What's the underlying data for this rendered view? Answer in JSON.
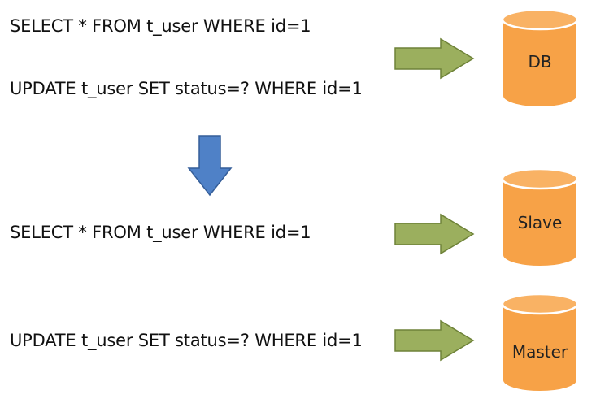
{
  "before": {
    "queries": [
      "SELECT * FROM t_user WHERE id=1",
      "UPDATE t_user SET status=? WHERE id=1"
    ],
    "database_label": "DB"
  },
  "after": {
    "read_query": "SELECT * FROM t_user WHERE id=1",
    "read_target_label": "Slave",
    "write_query": "UPDATE t_user SET status=? WHERE id=1",
    "write_target_label": "Master"
  },
  "colors": {
    "right_arrow_fill": "#9BAF5E",
    "right_arrow_stroke": "#6E8238",
    "down_arrow_fill": "#4F81C7",
    "down_arrow_stroke": "#355E99",
    "cylinder_fill": "#F7A247",
    "cylinder_top": "#F9B264",
    "cylinder_stroke": "#ffffff"
  },
  "icons": {
    "right_arrow": "right-arrow-icon",
    "down_arrow": "down-arrow-icon",
    "database": "database-cylinder-icon"
  }
}
